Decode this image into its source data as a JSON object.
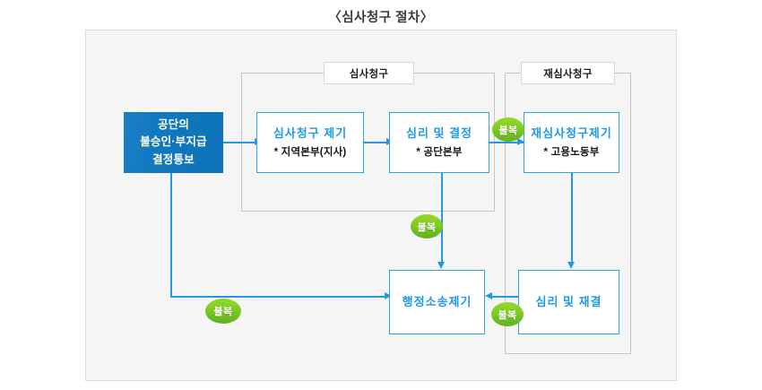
{
  "page": {
    "title": "〈심사청구 절차〉"
  },
  "groups": [
    {
      "id": "simsa",
      "label": "심사청구"
    },
    {
      "id": "jaesimsa",
      "label": "재심사청구"
    }
  ],
  "nodes": [
    {
      "id": "notice",
      "style": "filled",
      "lines": [
        "공단의",
        "불승인·부지급",
        "결정통보"
      ],
      "sub": ""
    },
    {
      "id": "claim-file",
      "style": "outline",
      "title": "심사청구 제기",
      "sub": "* 지역본부(지사)"
    },
    {
      "id": "review-decision",
      "style": "outline",
      "title": "심리 및 결정",
      "sub": "* 공단본부"
    },
    {
      "id": "reexam-file",
      "style": "outline",
      "title": "재심사청구제기",
      "sub": "* 고용노동부"
    },
    {
      "id": "admin-lawsuit",
      "style": "outline",
      "title": "행정소송제기",
      "sub": ""
    },
    {
      "id": "review-ruling",
      "style": "outline",
      "title": "심리 및 재결",
      "sub": ""
    }
  ],
  "badges": [
    {
      "id": "appeal-1",
      "label": "불복"
    },
    {
      "id": "appeal-2",
      "label": "불복"
    },
    {
      "id": "appeal-3",
      "label": "불복"
    },
    {
      "id": "appeal-4",
      "label": "불복"
    }
  ],
  "colors": {
    "accent_blue": "#2499e3",
    "filled_blue": "#1178bd",
    "badge_green": "#7ecb24",
    "canvas_bg": "#f5f5f5",
    "frame_gray": "#c6c6c6"
  }
}
